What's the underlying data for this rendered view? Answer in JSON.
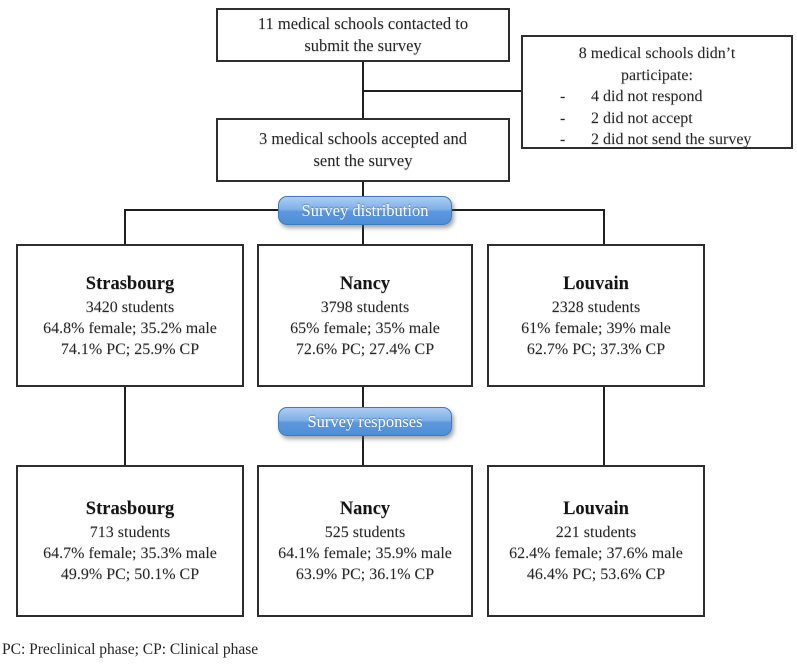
{
  "flow": {
    "top_box": {
      "lines": [
        "11 medical schools contacted to",
        "submit the survey"
      ]
    },
    "side_box": {
      "title_lines": [
        "8 medical schools didn’t",
        "participate:"
      ],
      "bullet_char": "-",
      "bullets": [
        "4 did not respond",
        "2 did not accept",
        "2 did not send the survey"
      ]
    },
    "accepted_box": {
      "lines": [
        "3 medical schools accepted and",
        "sent the survey"
      ]
    },
    "distribution_label": "Survey distribution",
    "responses_label": "Survey responses",
    "distribution_boxes": [
      {
        "city": "Strasbourg",
        "students": "3420 students",
        "gender": "64.8% female; 35.2% male",
        "phase": "74.1% PC; 25.9% CP"
      },
      {
        "city": "Nancy",
        "students": "3798 students",
        "gender": "65% female; 35% male",
        "phase": "72.6% PC; 27.4% CP"
      },
      {
        "city": "Louvain",
        "students": "2328 students",
        "gender": "61% female; 39% male",
        "phase": "62.7% PC; 37.3% CP"
      }
    ],
    "response_boxes": [
      {
        "city": "Strasbourg",
        "students": "713 students",
        "gender": "64.7% female; 35.3% male",
        "phase": "49.9% PC; 50.1% CP"
      },
      {
        "city": "Nancy",
        "students": "525 students",
        "gender": "64.1% female; 35.9% male",
        "phase": "63.9% PC; 36.1% CP"
      },
      {
        "city": "Louvain",
        "students": "221 students",
        "gender": "62.4% female; 37.6% male",
        "phase": "46.4% PC; 53.6% CP"
      }
    ],
    "footnote": "PC: Preclinical phase; CP: Clinical phase"
  },
  "colors": {
    "pill_gradient_top": "#aecdf1",
    "pill_gradient_bottom": "#4e8fd8",
    "pill_border": "#4079bd",
    "pill_text": "#ffffff",
    "box_border": "#2e2e2e",
    "connector_line": "#1f1f1f",
    "text": "#262626"
  }
}
